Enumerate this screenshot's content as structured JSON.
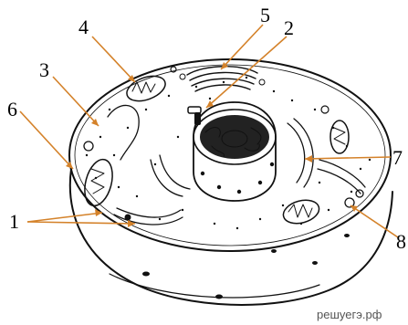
{
  "diagram": {
    "labels": [
      {
        "id": "label-1",
        "text": "1"
      },
      {
        "id": "label-3",
        "text": "3"
      },
      {
        "id": "label-4",
        "text": "4"
      },
      {
        "id": "label-5",
        "text": "5"
      },
      {
        "id": "label-2",
        "text": "2"
      },
      {
        "id": "label-6",
        "text": "6"
      },
      {
        "id": "label-7",
        "text": "7"
      },
      {
        "id": "label-8",
        "text": "8"
      }
    ],
    "pointer_color": "#d4822a",
    "outline_color": "#111111"
  },
  "watermark": "решуегэ.рф"
}
